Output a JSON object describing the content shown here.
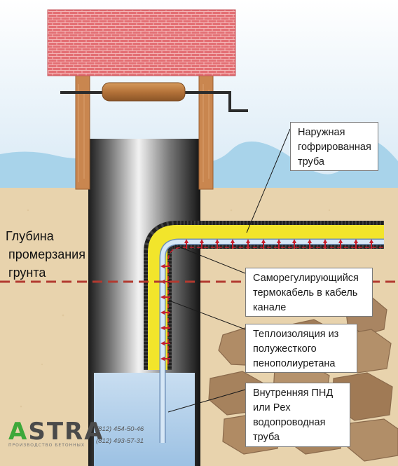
{
  "labels": {
    "outer_pipe": [
      "Наружная",
      "гофрированная",
      "труба"
    ],
    "cable": [
      "Саморегулирующийся",
      "термокабель  в кабель",
      "канале"
    ],
    "insulation": [
      "Теплоизоляция из",
      "полужесткого",
      "пенополиуретана"
    ],
    "inner_pipe": [
      "Внутренняя ПНД",
      "или Pex",
      "водопроводная",
      "труба"
    ],
    "freeze_depth": [
      "Глубина",
      "промерзания",
      "грунта"
    ]
  },
  "logo": {
    "name": "ASTRA",
    "tagline": "ПРОИЗВОДСТВО БЕТОННЫХ"
  },
  "phones": [
    "(812) 454-50-46",
    "(812) 493-57-31"
  ],
  "colors": {
    "roof": "#e36f74",
    "wood": "#c9864f",
    "soil": "#e8d3ad",
    "water_well": "#b3d0ea",
    "pipe_jacket": "#2a2a2a",
    "insulation": "#f2e52b",
    "heat_arrows": "#c8202d",
    "freeze_line": "#b23a30",
    "logo_accent": "#3da83a"
  }
}
